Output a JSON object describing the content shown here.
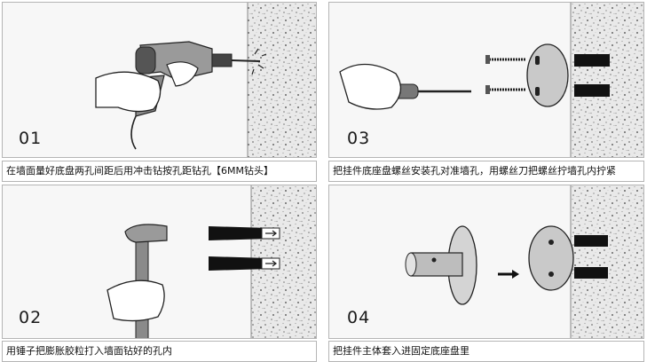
{
  "steps": [
    {
      "number": "01",
      "caption": "在墙面量好底盘两孔间距后用冲击钻按孔距钻孔【6MM钻头】",
      "icon": "drill-icon"
    },
    {
      "number": "02",
      "caption": "用锤子把膨胀胶粒打入墙面钻好的孔内",
      "icon": "hammer-icon"
    },
    {
      "number": "03",
      "caption": "把挂件底座盘螺丝安装孔对准墙孔，用螺丝刀把螺丝拧墙孔内拧紧",
      "icon": "screwdriver-icon"
    },
    {
      "number": "04",
      "caption": "把挂件主体套入进固定底座盘里",
      "icon": "hook-mount-icon"
    }
  ],
  "colors": {
    "panel_bg": "#f7f7f7",
    "border": "#b5b5b5",
    "wall_fill": "#e6e6e6",
    "ink": "#1a1a1a"
  }
}
